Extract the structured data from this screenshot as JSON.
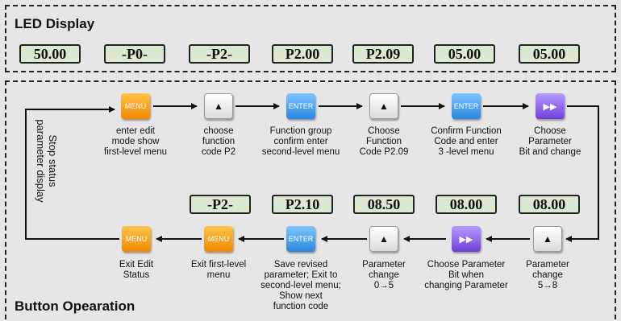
{
  "led_section": {
    "title": "LED Display",
    "values": [
      "50.00",
      "-P0-",
      "-P2-",
      "P2.00",
      "P2.09",
      "05.00",
      "05.00"
    ]
  },
  "button_section": {
    "title": "Button Opearation",
    "side_label": "Stop status\nparameter display",
    "top_row": [
      {
        "button": "MENU",
        "caption": "enter edit\nmode show\nfirst-level menu"
      },
      {
        "button": "▲",
        "caption": "choose\nfunction\ncode P2"
      },
      {
        "button": "ENTER",
        "caption": "Function group\nconfirm enter\nsecond-level menu"
      },
      {
        "button": "▲",
        "caption": "Choose\nFunction\nCode P2.09"
      },
      {
        "button": "ENTER",
        "caption": "Confirm Function\nCode and enter\n3 -level menu"
      },
      {
        "button": "▶▶",
        "caption": "Choose\nParameter\nBit and change"
      }
    ],
    "bottom_leds": [
      "-P2-",
      "P2.10",
      "08.50",
      "08.00",
      "08.00"
    ],
    "bottom_row": [
      {
        "button": "MENU",
        "caption": "Exit Edit\nStatus"
      },
      {
        "button": "MENU",
        "caption": "Exit first-level\nmenu"
      },
      {
        "button": "ENTER",
        "caption": "Save revised\nparameter; Exit to\nsecond-level menu;\nShow next\nfunction code"
      },
      {
        "button": "▲",
        "caption": "Parameter\nchange\n0→5"
      },
      {
        "button": "▶▶",
        "caption": "Choose Parameter\nBit when\nchanging Parameter"
      },
      {
        "button": "▲",
        "caption": "Parameter\nchange\n5→8"
      }
    ]
  },
  "colors": {
    "background": "#e6e6e6",
    "led_fill": "#dbe8d2",
    "menu_button": "#f5a623",
    "enter_button": "#3a9cf0",
    "shift_button": "#8a5cf0"
  }
}
